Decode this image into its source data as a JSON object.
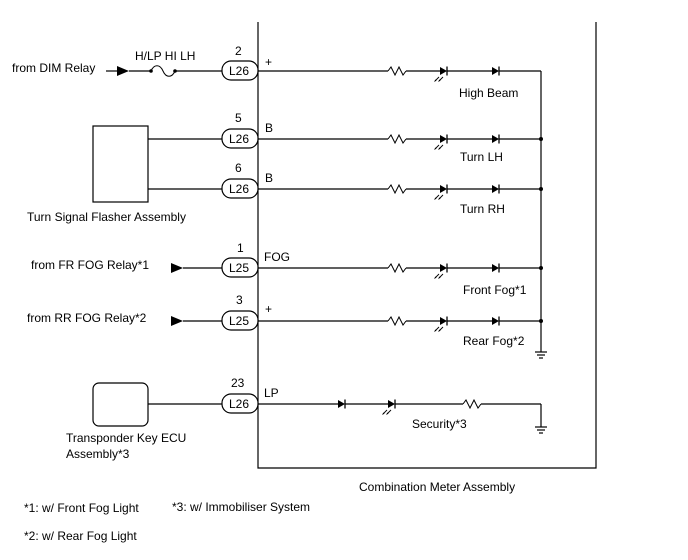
{
  "meter": {
    "name": "Combination Meter Assembly"
  },
  "circuits": [
    {
      "id": "high-beam",
      "source_label": "from DIM Relay",
      "fuse_label": "H/LP HI LH",
      "pin": "2",
      "connector": "L26",
      "terminal": "+",
      "indicator": "High Beam"
    },
    {
      "id": "turn-lh",
      "pin": "5",
      "connector": "L26",
      "terminal": "B",
      "indicator": "Turn LH"
    },
    {
      "id": "turn-rh",
      "pin": "6",
      "connector": "L26",
      "terminal": "B",
      "indicator": "Turn RH"
    },
    {
      "id": "front-fog",
      "source_label": "from FR FOG Relay*1",
      "pin": "1",
      "connector": "L25",
      "terminal": "FOG",
      "indicator": "Front Fog*1"
    },
    {
      "id": "rear-fog",
      "source_label": "from RR FOG Relay*2",
      "pin": "3",
      "connector": "L25",
      "terminal": "+",
      "indicator": "Rear Fog*2"
    },
    {
      "id": "security",
      "pin": "23",
      "connector": "L26",
      "terminal": "LP",
      "indicator": "Security*3"
    }
  ],
  "components": {
    "flasher": "Turn Signal Flasher Assembly",
    "ecu_line1": "Transponder Key ECU",
    "ecu_line2": "Assembly*3"
  },
  "notes": [
    "*1: w/ Front Fog Light",
    "*3: w/ Immobiliser System",
    "*2: w/ Rear Fog Light"
  ]
}
